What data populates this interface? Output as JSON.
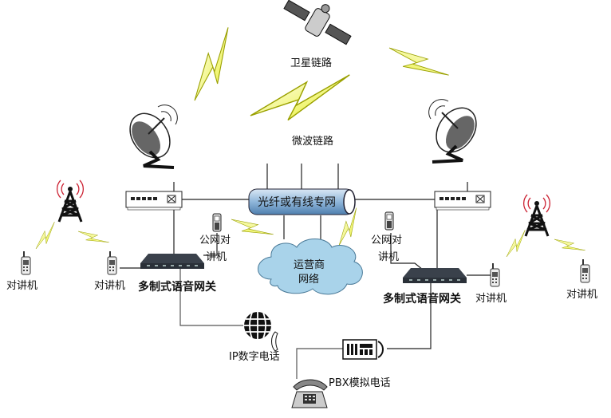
{
  "labels": {
    "satellite_link": "卫星链路",
    "microwave_link": "微波链路",
    "fiber_network": "光纤或有线专网",
    "carrier_network_line1": "运营商",
    "carrier_network_line2": "网络",
    "gateway_left": "多制式语音网关",
    "gateway_right": "多制式语音网关",
    "public_radio_left_line1": "公网对",
    "public_radio_left_line2": "讲机",
    "public_radio_right_line1": "公网对",
    "public_radio_right_line2": "讲机",
    "walkie_1": "对讲机",
    "walkie_2": "对讲机",
    "walkie_3": "对讲机",
    "walkie_4": "对讲机",
    "ip_phone": "IP数字电话",
    "pbx_phone": "PBX模拟电话"
  },
  "colors": {
    "lightning": "#e8f020",
    "pipe": "#8fb6da",
    "cloud": "#a9d3ea",
    "device": "#333a44"
  }
}
